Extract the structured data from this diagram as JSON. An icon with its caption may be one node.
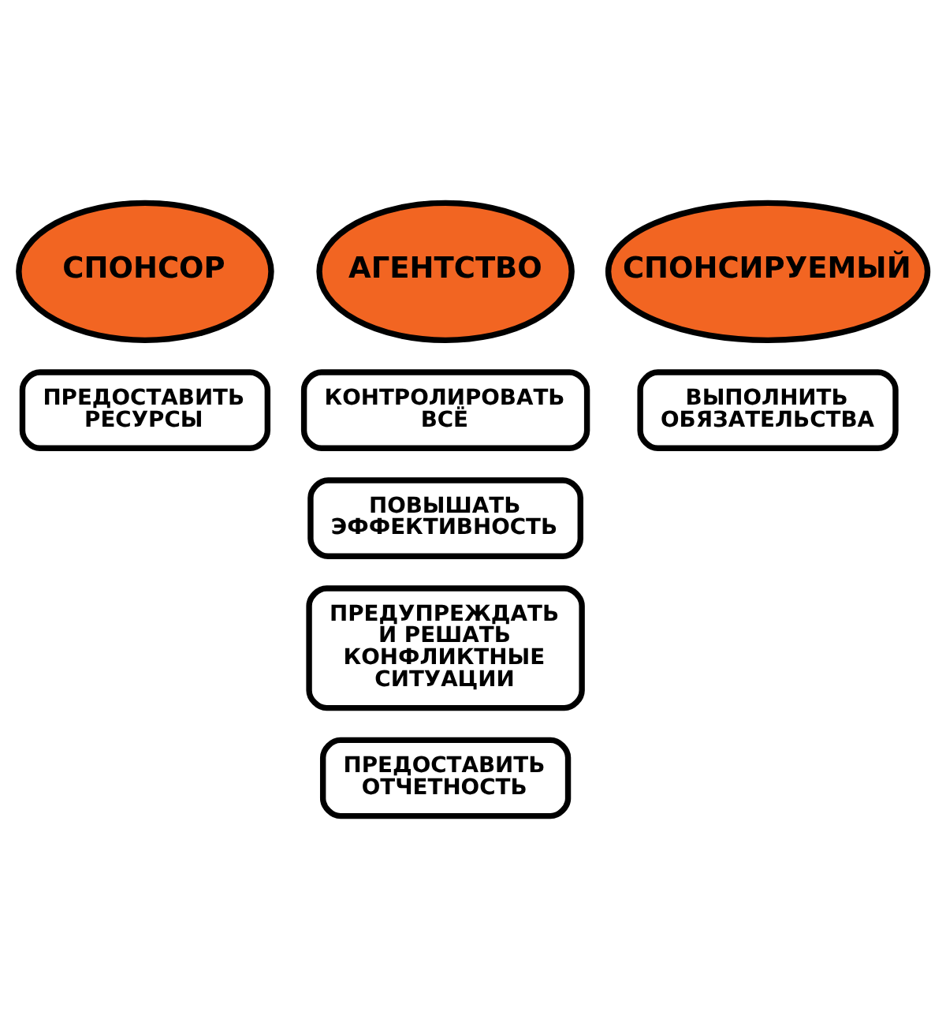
{
  "diagram": {
    "nodes": [
      {
        "text": [
          "СПОНСОР"
        ]
      },
      {
        "text": [
          "АГЕНТСТВО"
        ]
      },
      {
        "text": [
          "СПОНСИРУЕМЫЙ"
        ]
      },
      {
        "text": [
          "ПРЕДОСТАВИТЬ РЕСУРСЫ"
        ]
      },
      {
        "text": [
          "КОНТРОЛИРОВАТЬ ВСЁ"
        ]
      },
      {
        "text": [
          "ВЫПОЛНИТЬ ОБЯЗАТЕЛЬСТВА"
        ]
      },
      {
        "text": [
          "ПОВЫШАТЬ ЭФФЕКТИВНОСТЬ"
        ]
      },
      {
        "text": [
          "ПРЕДУПРЕЖДАТЬ И РЕШАТЬ КОНФЛИКТНЫЕ СИТУАЦИИ"
        ]
      },
      {
        "text": [
          "ПРЕДОСТАВИТЬ ОТЧЕТНОСТЬ"
        ]
      }
    ],
    "edges": []
  }
}
